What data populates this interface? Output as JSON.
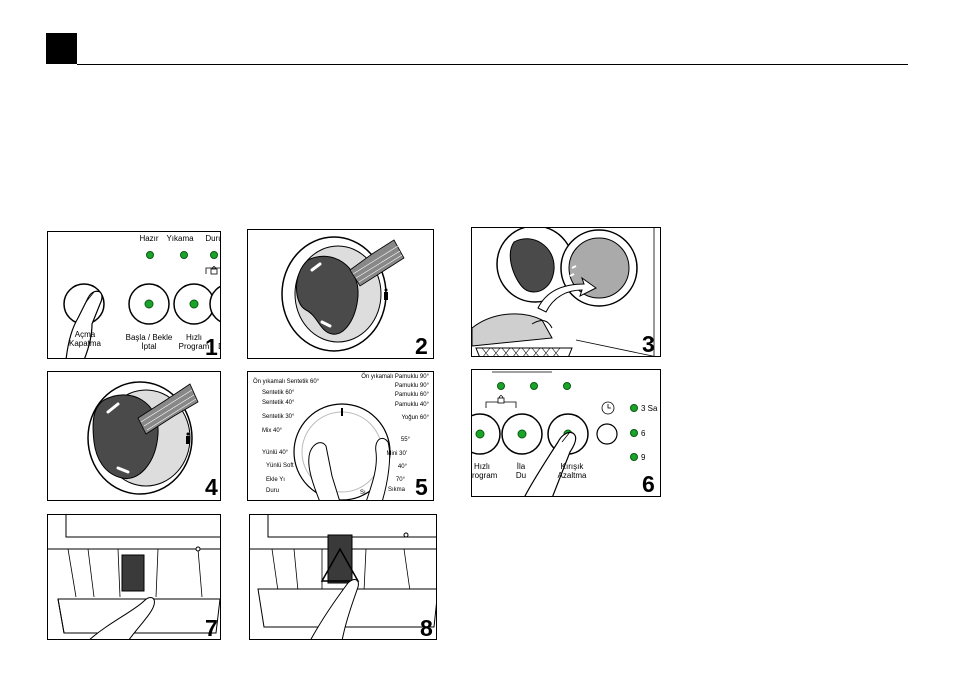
{
  "header": {
    "section_marker": ""
  },
  "step1": {
    "number": "1",
    "status_labels": [
      "Hazır",
      "Yıkama",
      "Duru"
    ],
    "power_label": "Açma\nKapatma",
    "start_label": "Başla / Bekle\nİptal",
    "fast_label": "Hızlı\nProgram",
    "partial_label": "D"
  },
  "step2": {
    "number": "2"
  },
  "step3": {
    "number": "3"
  },
  "step4": {
    "number": "4"
  },
  "step5": {
    "number": "5",
    "programs_left": [
      "Ön yıkamalı Sentetik 60°",
      "Sentetik 60°",
      "Sentetik 40°",
      "Sentetik 30°",
      "Mix 40°",
      "Yünlü 40°",
      "Yünlü Soft",
      "Ekle Yı",
      "Duru"
    ],
    "programs_right": [
      "Ön yıkamalı Pamuklu 90°",
      "Pamuklu 90°",
      "Pamuklu 60°",
      "Pamuklu 40°",
      "Yoğun 60°",
      "55°",
      "Mini 30'",
      "40°",
      "70°",
      "Sıkma"
    ],
    "dial_bottom": "Sı"
  },
  "step6": {
    "number": "6",
    "fast_label": "Hızlı\nProgram",
    "rinse_label": "İla\nDu",
    "crease_label": "Kırışık\nAzaltma",
    "delay_options": [
      "3 Sa",
      "6",
      "9"
    ]
  },
  "step7": {
    "number": "7"
  },
  "step8": {
    "number": "8"
  }
}
